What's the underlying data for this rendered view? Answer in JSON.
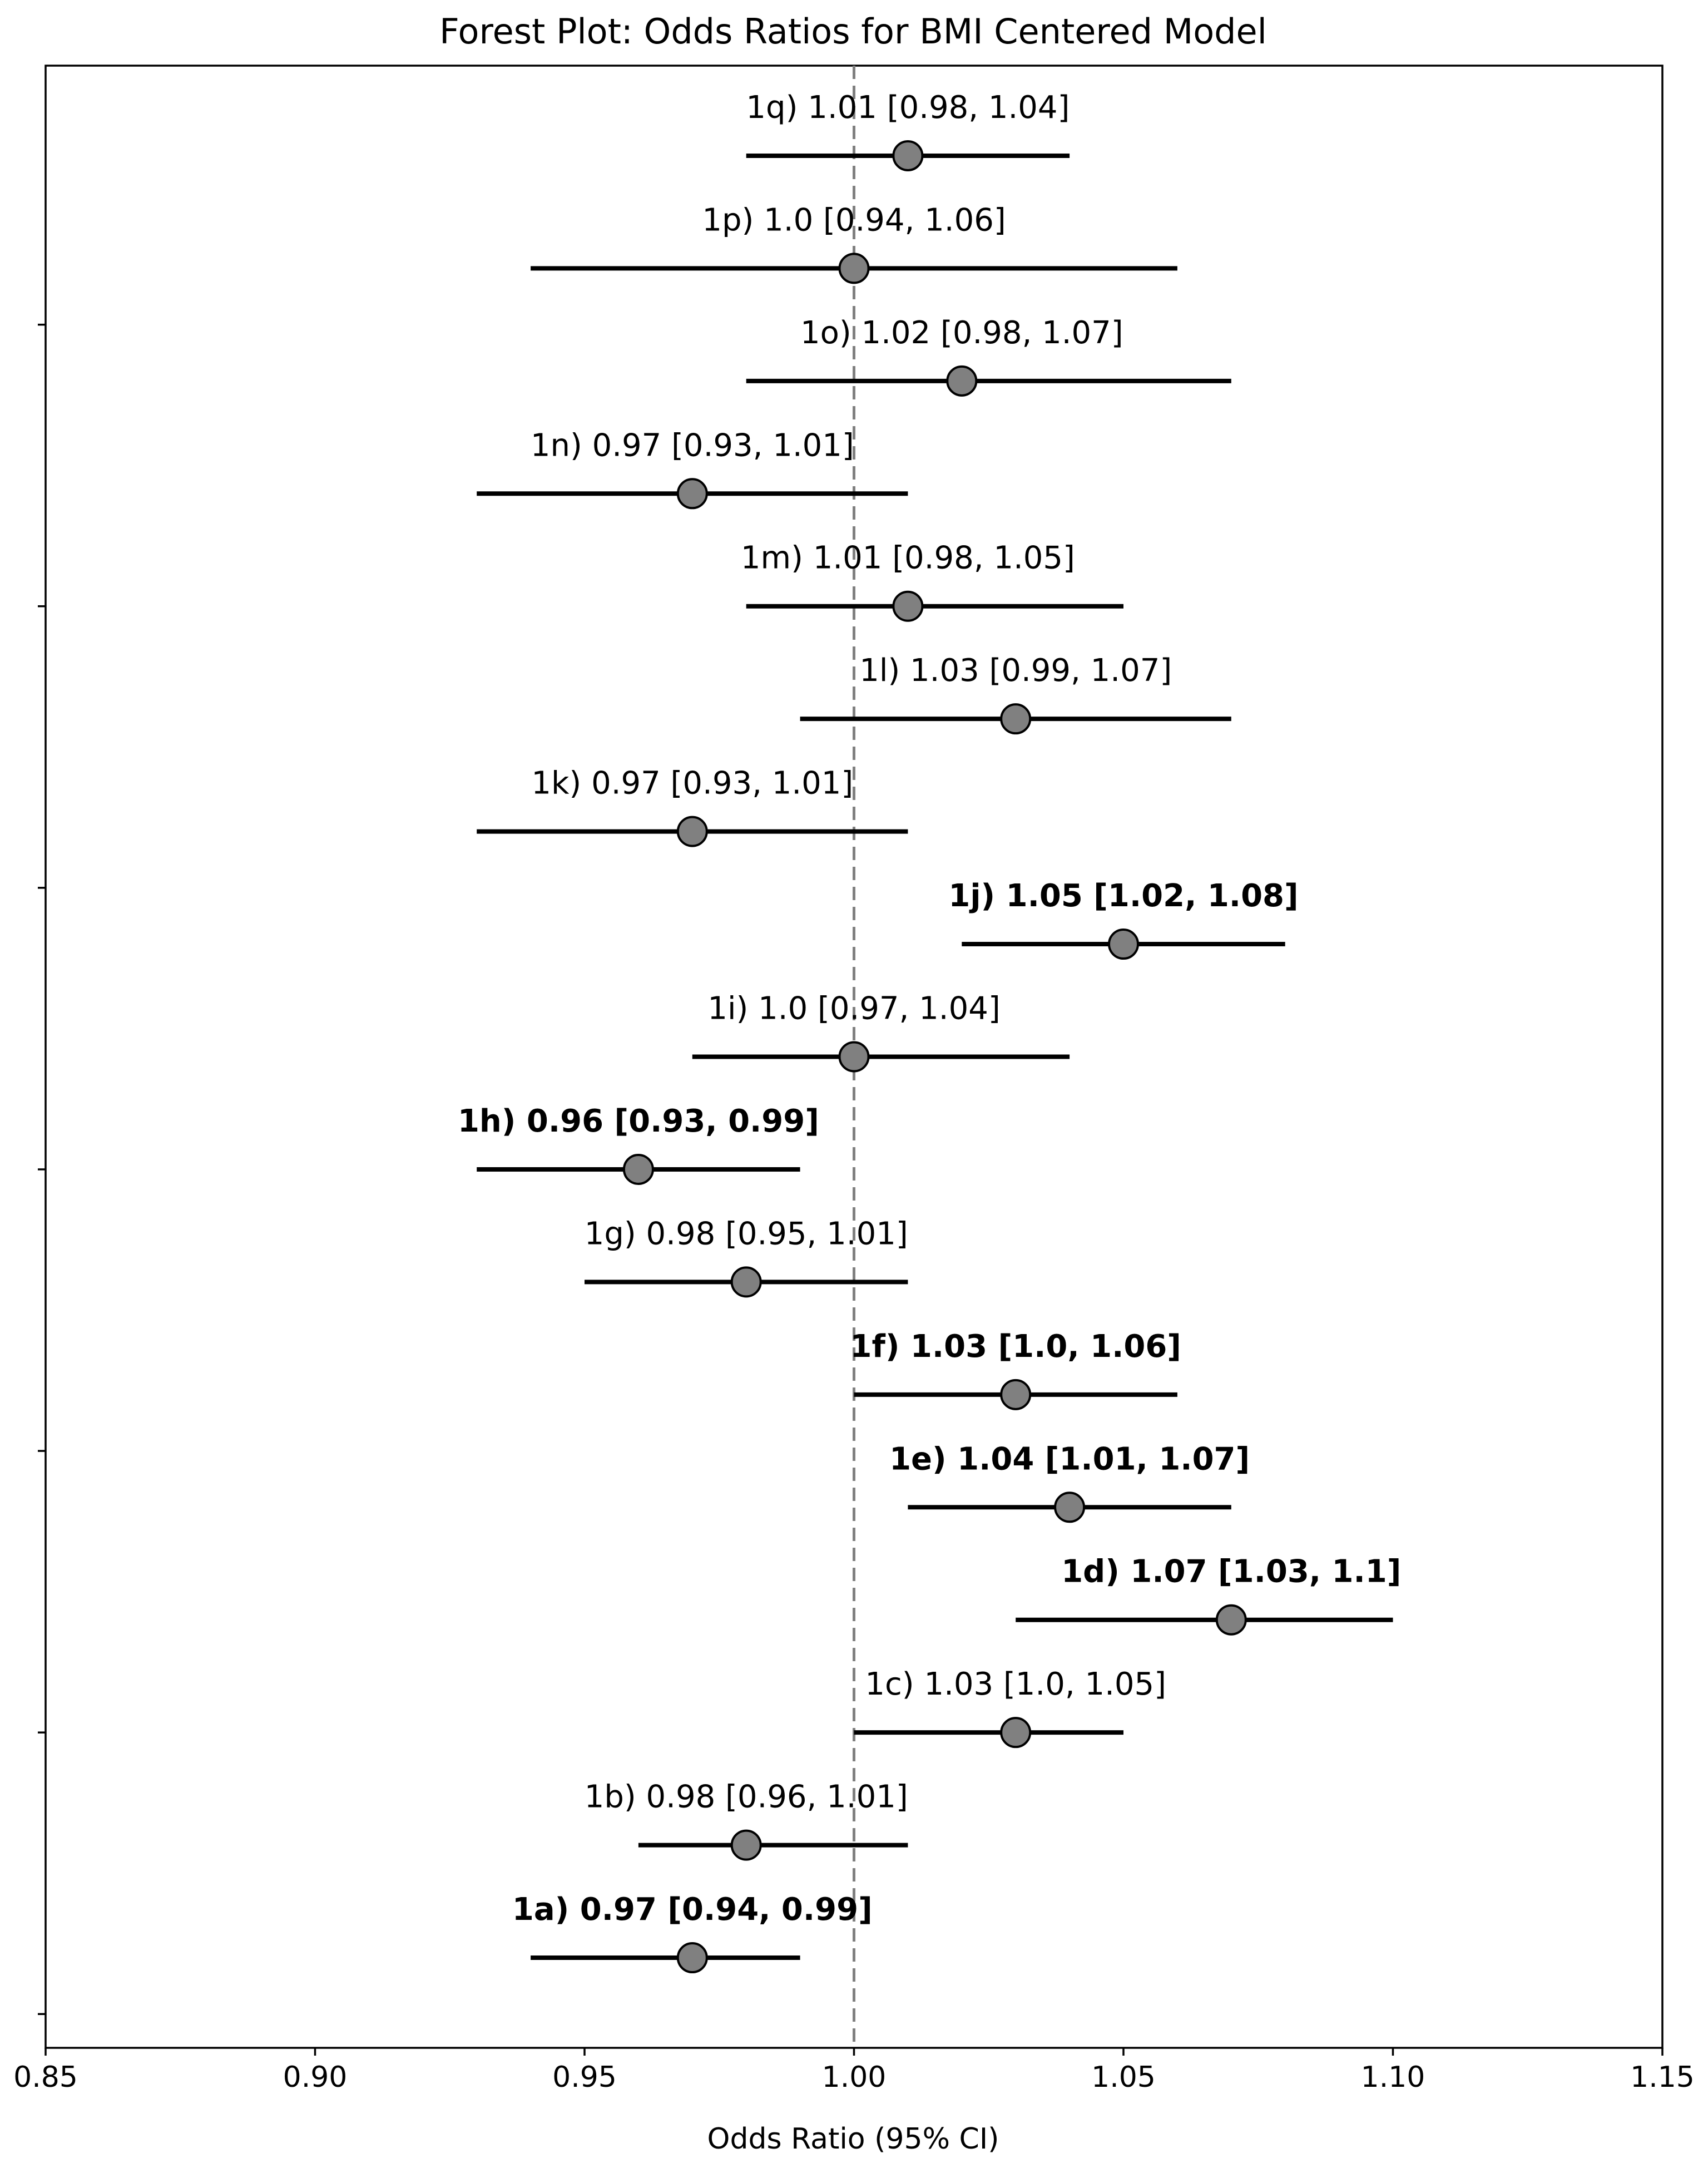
{
  "chart_data": {
    "type": "scatter",
    "title": "Forest Plot: Odds Ratios for BMI Centered Model",
    "xlabel": "Odds Ratio (95% CI)",
    "ylabel": "",
    "xlim": [
      0.85,
      1.15
    ],
    "x_ticks": [
      "0.85",
      "0.90",
      "0.95",
      "1.00",
      "1.05",
      "1.10",
      "1.15"
    ],
    "reference_line": 1.0,
    "grid": false,
    "legend": "none",
    "rows": [
      {
        "id": "1a",
        "or": 0.97,
        "lower": 0.94,
        "upper": 0.99,
        "label": "1a) 0.97 [0.94, 0.99]",
        "significant": true
      },
      {
        "id": "1b",
        "or": 0.98,
        "lower": 0.96,
        "upper": 1.01,
        "label": "1b) 0.98 [0.96, 1.01]",
        "significant": false
      },
      {
        "id": "1c",
        "or": 1.03,
        "lower": 1.0,
        "upper": 1.05,
        "label": "1c) 1.03 [1.0, 1.05]",
        "significant": false
      },
      {
        "id": "1d",
        "or": 1.07,
        "lower": 1.03,
        "upper": 1.1,
        "label": "1d) 1.07 [1.03, 1.1]",
        "significant": true
      },
      {
        "id": "1e",
        "or": 1.04,
        "lower": 1.01,
        "upper": 1.07,
        "label": "1e) 1.04 [1.01, 1.07]",
        "significant": true
      },
      {
        "id": "1f",
        "or": 1.03,
        "lower": 1.0,
        "upper": 1.06,
        "label": "1f) 1.03 [1.0, 1.06]",
        "significant": true
      },
      {
        "id": "1g",
        "or": 0.98,
        "lower": 0.95,
        "upper": 1.01,
        "label": "1g) 0.98 [0.95, 1.01]",
        "significant": false
      },
      {
        "id": "1h",
        "or": 0.96,
        "lower": 0.93,
        "upper": 0.99,
        "label": "1h) 0.96 [0.93, 0.99]",
        "significant": true
      },
      {
        "id": "1i",
        "or": 1.0,
        "lower": 0.97,
        "upper": 1.04,
        "label": "1i) 1.0 [0.97, 1.04]",
        "significant": false
      },
      {
        "id": "1j",
        "or": 1.05,
        "lower": 1.02,
        "upper": 1.08,
        "label": "1j) 1.05 [1.02, 1.08]",
        "significant": true
      },
      {
        "id": "1k",
        "or": 0.97,
        "lower": 0.93,
        "upper": 1.01,
        "label": "1k) 0.97 [0.93, 1.01]",
        "significant": false
      },
      {
        "id": "1l",
        "or": 1.03,
        "lower": 0.99,
        "upper": 1.07,
        "label": "1l) 1.03 [0.99, 1.07]",
        "significant": false
      },
      {
        "id": "1m",
        "or": 1.01,
        "lower": 0.98,
        "upper": 1.05,
        "label": "1m) 1.01 [0.98, 1.05]",
        "significant": false
      },
      {
        "id": "1n",
        "or": 0.97,
        "lower": 0.93,
        "upper": 1.01,
        "label": "1n) 0.97 [0.93, 1.01]",
        "significant": false
      },
      {
        "id": "1o",
        "or": 1.02,
        "lower": 0.98,
        "upper": 1.07,
        "label": "1o) 1.02 [0.98, 1.07]",
        "significant": false
      },
      {
        "id": "1p",
        "or": 1.0,
        "lower": 0.94,
        "upper": 1.06,
        "label": "1p) 1.0 [0.94, 1.06]",
        "significant": false
      },
      {
        "id": "1q",
        "or": 1.01,
        "lower": 0.98,
        "upper": 1.04,
        "label": "1q) 1.01 [0.98, 1.04]",
        "significant": false
      }
    ],
    "colors": {
      "marker_fill": "#808080",
      "marker_edge": "#000000",
      "ci_line": "#000000",
      "reference_line": "#808080",
      "axes": "#000000"
    }
  }
}
